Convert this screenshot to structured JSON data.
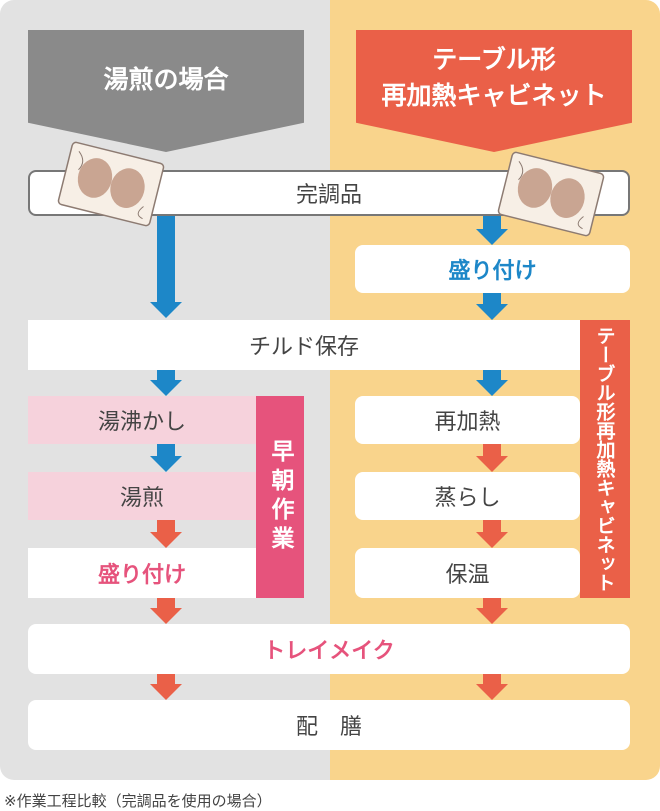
{
  "header": {
    "left_title": "湯煎の場合",
    "right_title_line1": "テーブル形",
    "right_title_line2": "再加熱キャビネット"
  },
  "shared": {
    "kancho": "完調品",
    "chilled": "チルド保存",
    "tray_make": "トレイメイク",
    "haizen": "配　膳"
  },
  "left_steps": {
    "boil": "湯沸かし",
    "yusen": "湯煎",
    "moritsuke": "盛り付け"
  },
  "right_steps": {
    "moritsuke": "盛り付け",
    "reheat": "再加熱",
    "steam": "蒸らし",
    "keepwarm": "保温"
  },
  "side_labels": {
    "early_morning": "早朝作業",
    "cabinet": "テーブル形再加熱キャビネット"
  },
  "colors": {
    "left_panel": "#e2e2e2",
    "right_panel": "#f9d48c",
    "gray_header": "#8a8a8a",
    "orange": "#ea6048",
    "pink": "#e6537c",
    "blue": "#1d87c8"
  },
  "footnote": "※作業工程比較（完調品を使用の場合）"
}
